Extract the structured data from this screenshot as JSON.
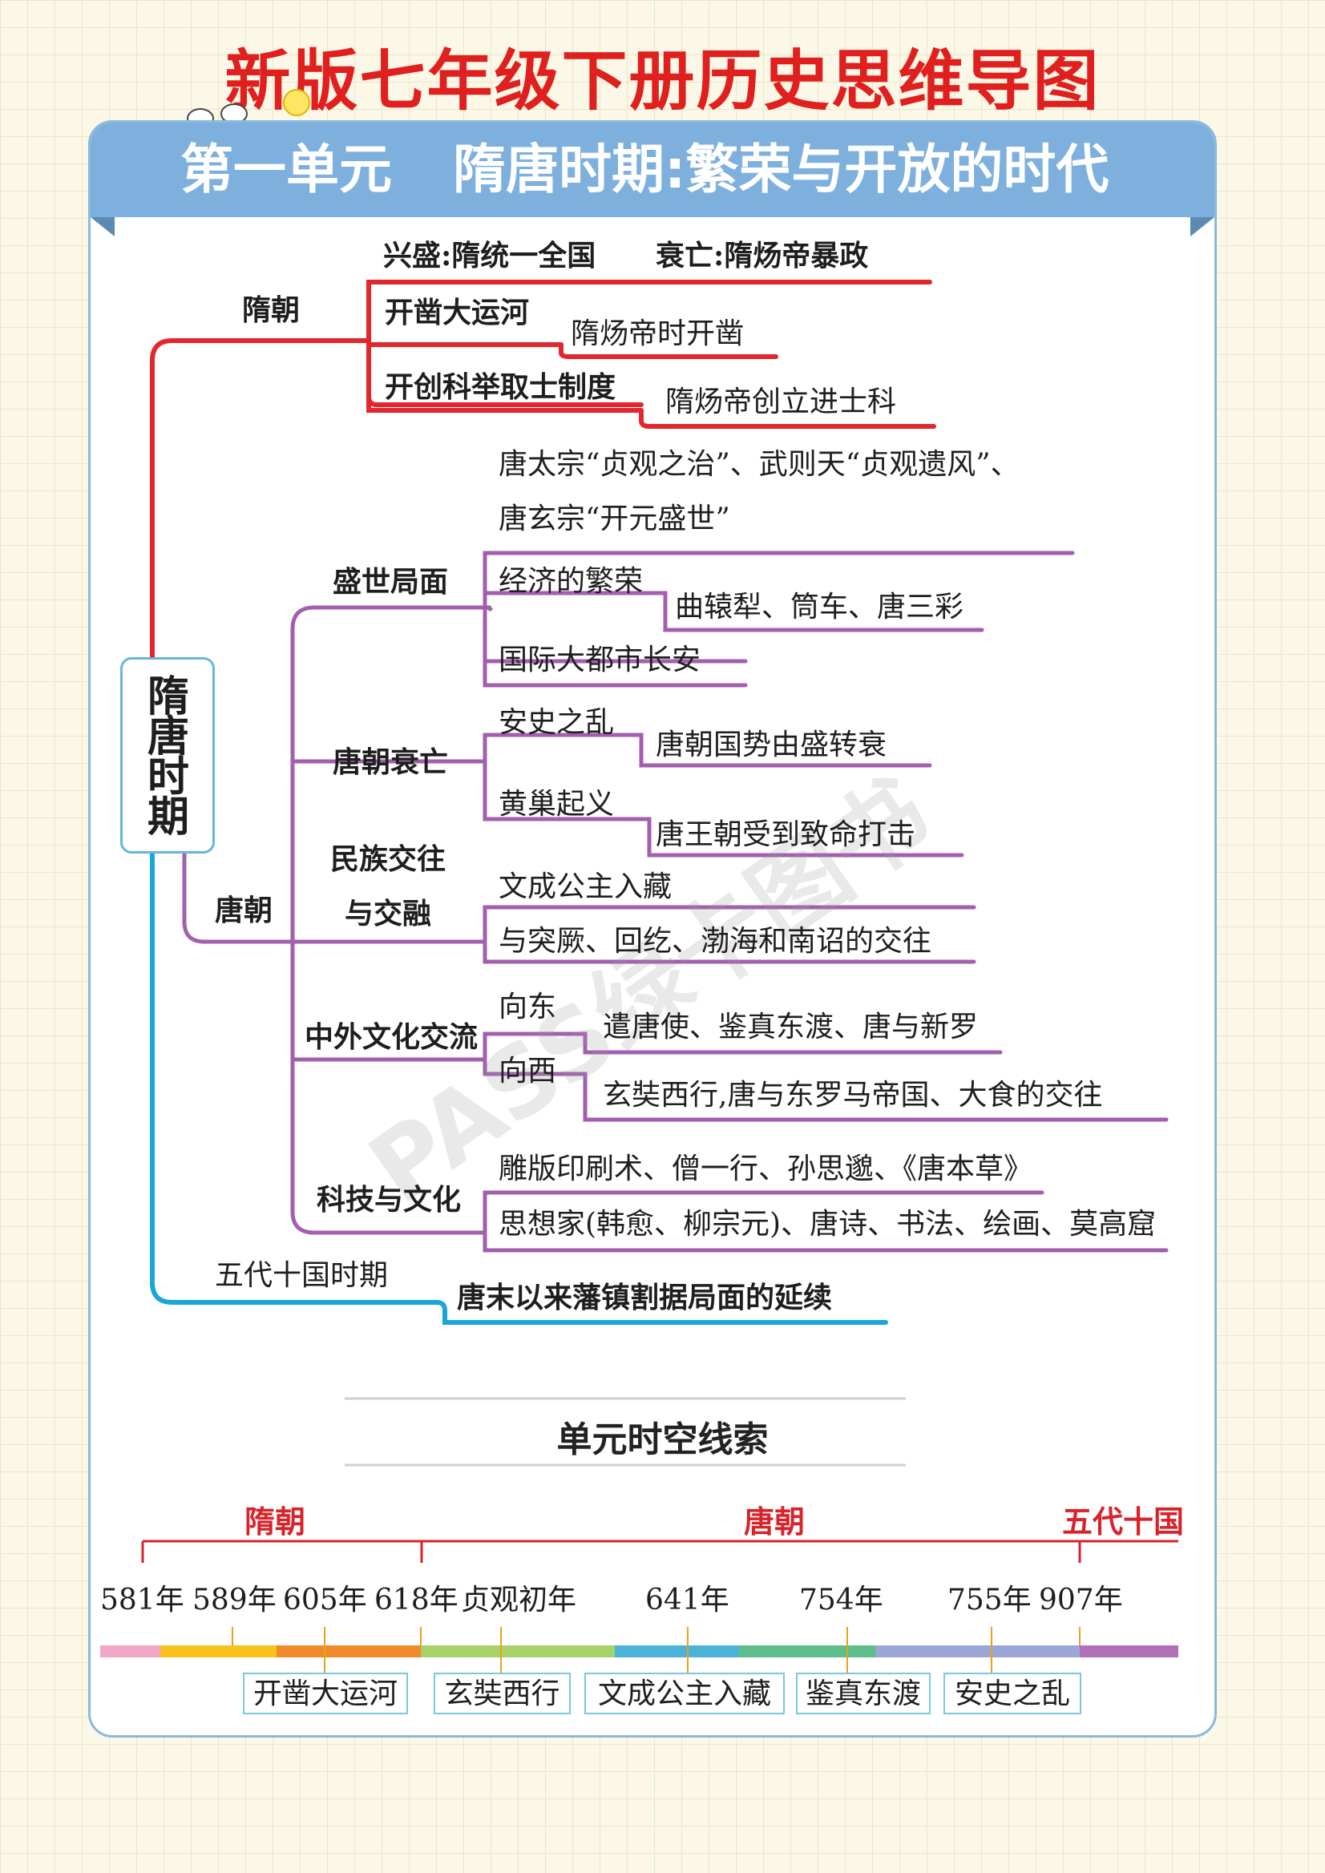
{
  "title": "新版七年级下册历史思维导图",
  "unit": {
    "label": "第一单元",
    "name": "隋唐时期:繁荣与开放的时代"
  },
  "root": "隋唐时期",
  "sui": {
    "label": "隋朝",
    "rise": "兴盛:隋统一全国",
    "fall": "衰亡:隋炀帝暴政",
    "canal": "开凿大运河",
    "canal_note": "隋炀帝时开凿",
    "exam": "开创科举取士制度",
    "exam_note": "隋炀帝创立进士科"
  },
  "tang": {
    "label": "唐朝",
    "prosperity": {
      "label": "盛世局面",
      "line1": "唐太宗“贞观之治”、武则天“贞观遗风”、",
      "line2": "唐玄宗“开元盛世”",
      "economy": "经济的繁荣",
      "economy_note": "曲辕犁、筒车、唐三彩",
      "capital": "国际大都市长安"
    },
    "decline": {
      "label": "唐朝衰亡",
      "anshi": "安史之乱",
      "anshi_note": "唐朝国势由盛转衰",
      "huangchao": "黄巢起义",
      "huangchao_note": "唐王朝受到致命打击"
    },
    "ethnic": {
      "label1": "民族交往",
      "label2": "与交融",
      "item1": "文成公主入藏",
      "item2": "与突厥、回纥、渤海和南诏的交往"
    },
    "foreign": {
      "label": "中外文化交流",
      "east": "向东",
      "east_note": "遣唐使、鉴真东渡、唐与新罗",
      "west": "向西",
      "west_note": "玄奘西行,唐与东罗马帝国、大食的交往"
    },
    "science": {
      "label": "科技与文化",
      "item1": "雕版印刷术、僧一行、孙思邈、《唐本草》",
      "item2": "思想家(韩愈、柳宗元)、唐诗、书法、绘画、莫高窟"
    }
  },
  "five_dynasties": {
    "label": "五代十国时期",
    "note": "唐末以来藩镇割据局面的延续"
  },
  "watermark": "PASS绿卡图书",
  "timeline": {
    "title": "单元时空线索",
    "dynasties": [
      "隋朝",
      "唐朝",
      "五代十国"
    ],
    "years": [
      "581年",
      "589年",
      "605年",
      "618年",
      "贞观初年",
      "641年",
      "754年",
      "755年",
      "907年"
    ],
    "events": [
      "开凿大运河",
      "玄奘西行",
      "文成公主入藏",
      "鉴真东渡",
      "安史之乱"
    ]
  },
  "colors": {
    "title_red": "#e0201e",
    "banner_blue": "#7eb0dd",
    "sui_red": "#e3262d",
    "tang_purple": "#a25fae",
    "five_blue": "#1aa6db"
  }
}
